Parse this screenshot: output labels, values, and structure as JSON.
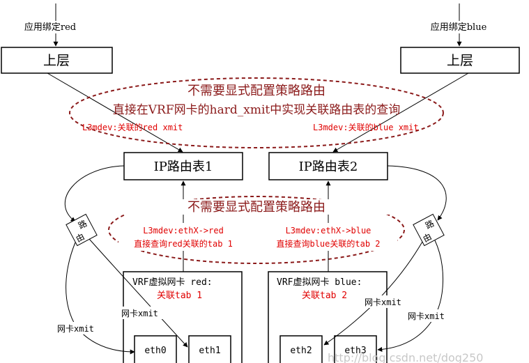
{
  "top": {
    "left_app_label": "应用绑定red",
    "right_app_label": "应用绑定blue",
    "left_layer": "上层",
    "right_layer": "上层"
  },
  "upper_ellipse": {
    "line1": "不需要显式配置策略路由",
    "line2": "直接在VRF网卡的hard_xmit中实现关联路由表的查询",
    "left_note": "L3mdev:关联的red xmit",
    "right_note": "L3mdev:关联的blue xmit"
  },
  "tables": {
    "table1": "IP路由表1",
    "table2": "IP路由表2"
  },
  "lower_ellipse": {
    "title": "不需要显式配置策略路由",
    "left_line1": "L3mdev:ethX->red",
    "left_line2": "直接查询red关联的tab 1",
    "right_line1": "L3mdev:ethX->blue",
    "right_line2": "直接查询blue关联的tab 2"
  },
  "route_tag": {
    "left_char1": "路",
    "left_char2": "由",
    "right_char1": "路",
    "right_char2": "由"
  },
  "vrf": {
    "red_title": "VRF虚拟网卡 red:",
    "red_tab": "关联tab 1",
    "blue_title": "VRF虚拟网卡 blue:",
    "blue_tab": "关联tab 2"
  },
  "xmit_labels": {
    "outer_left": "网卡xmit",
    "inner_left": "网卡xmit",
    "inner_right": "网卡xmit",
    "outer_right": "网卡xmit"
  },
  "nics": {
    "eth0": "eth0",
    "eth1": "eth1",
    "eth2": "eth2",
    "eth3": "eth3"
  },
  "watermark": "http://blog.csdn.net/dog250"
}
